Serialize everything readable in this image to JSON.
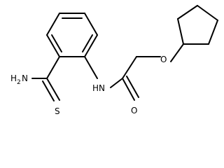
{
  "molecule": {
    "labels": {
      "amino": "H",
      "amino_count": "2",
      "amino_atom": "N",
      "thione": "S",
      "amide_nh": "HN",
      "carbonyl_oxygen": "O",
      "ether_oxygen": "O"
    },
    "colors": {
      "bond": "#000000",
      "text": "#000000",
      "background": "#ffffff"
    }
  }
}
